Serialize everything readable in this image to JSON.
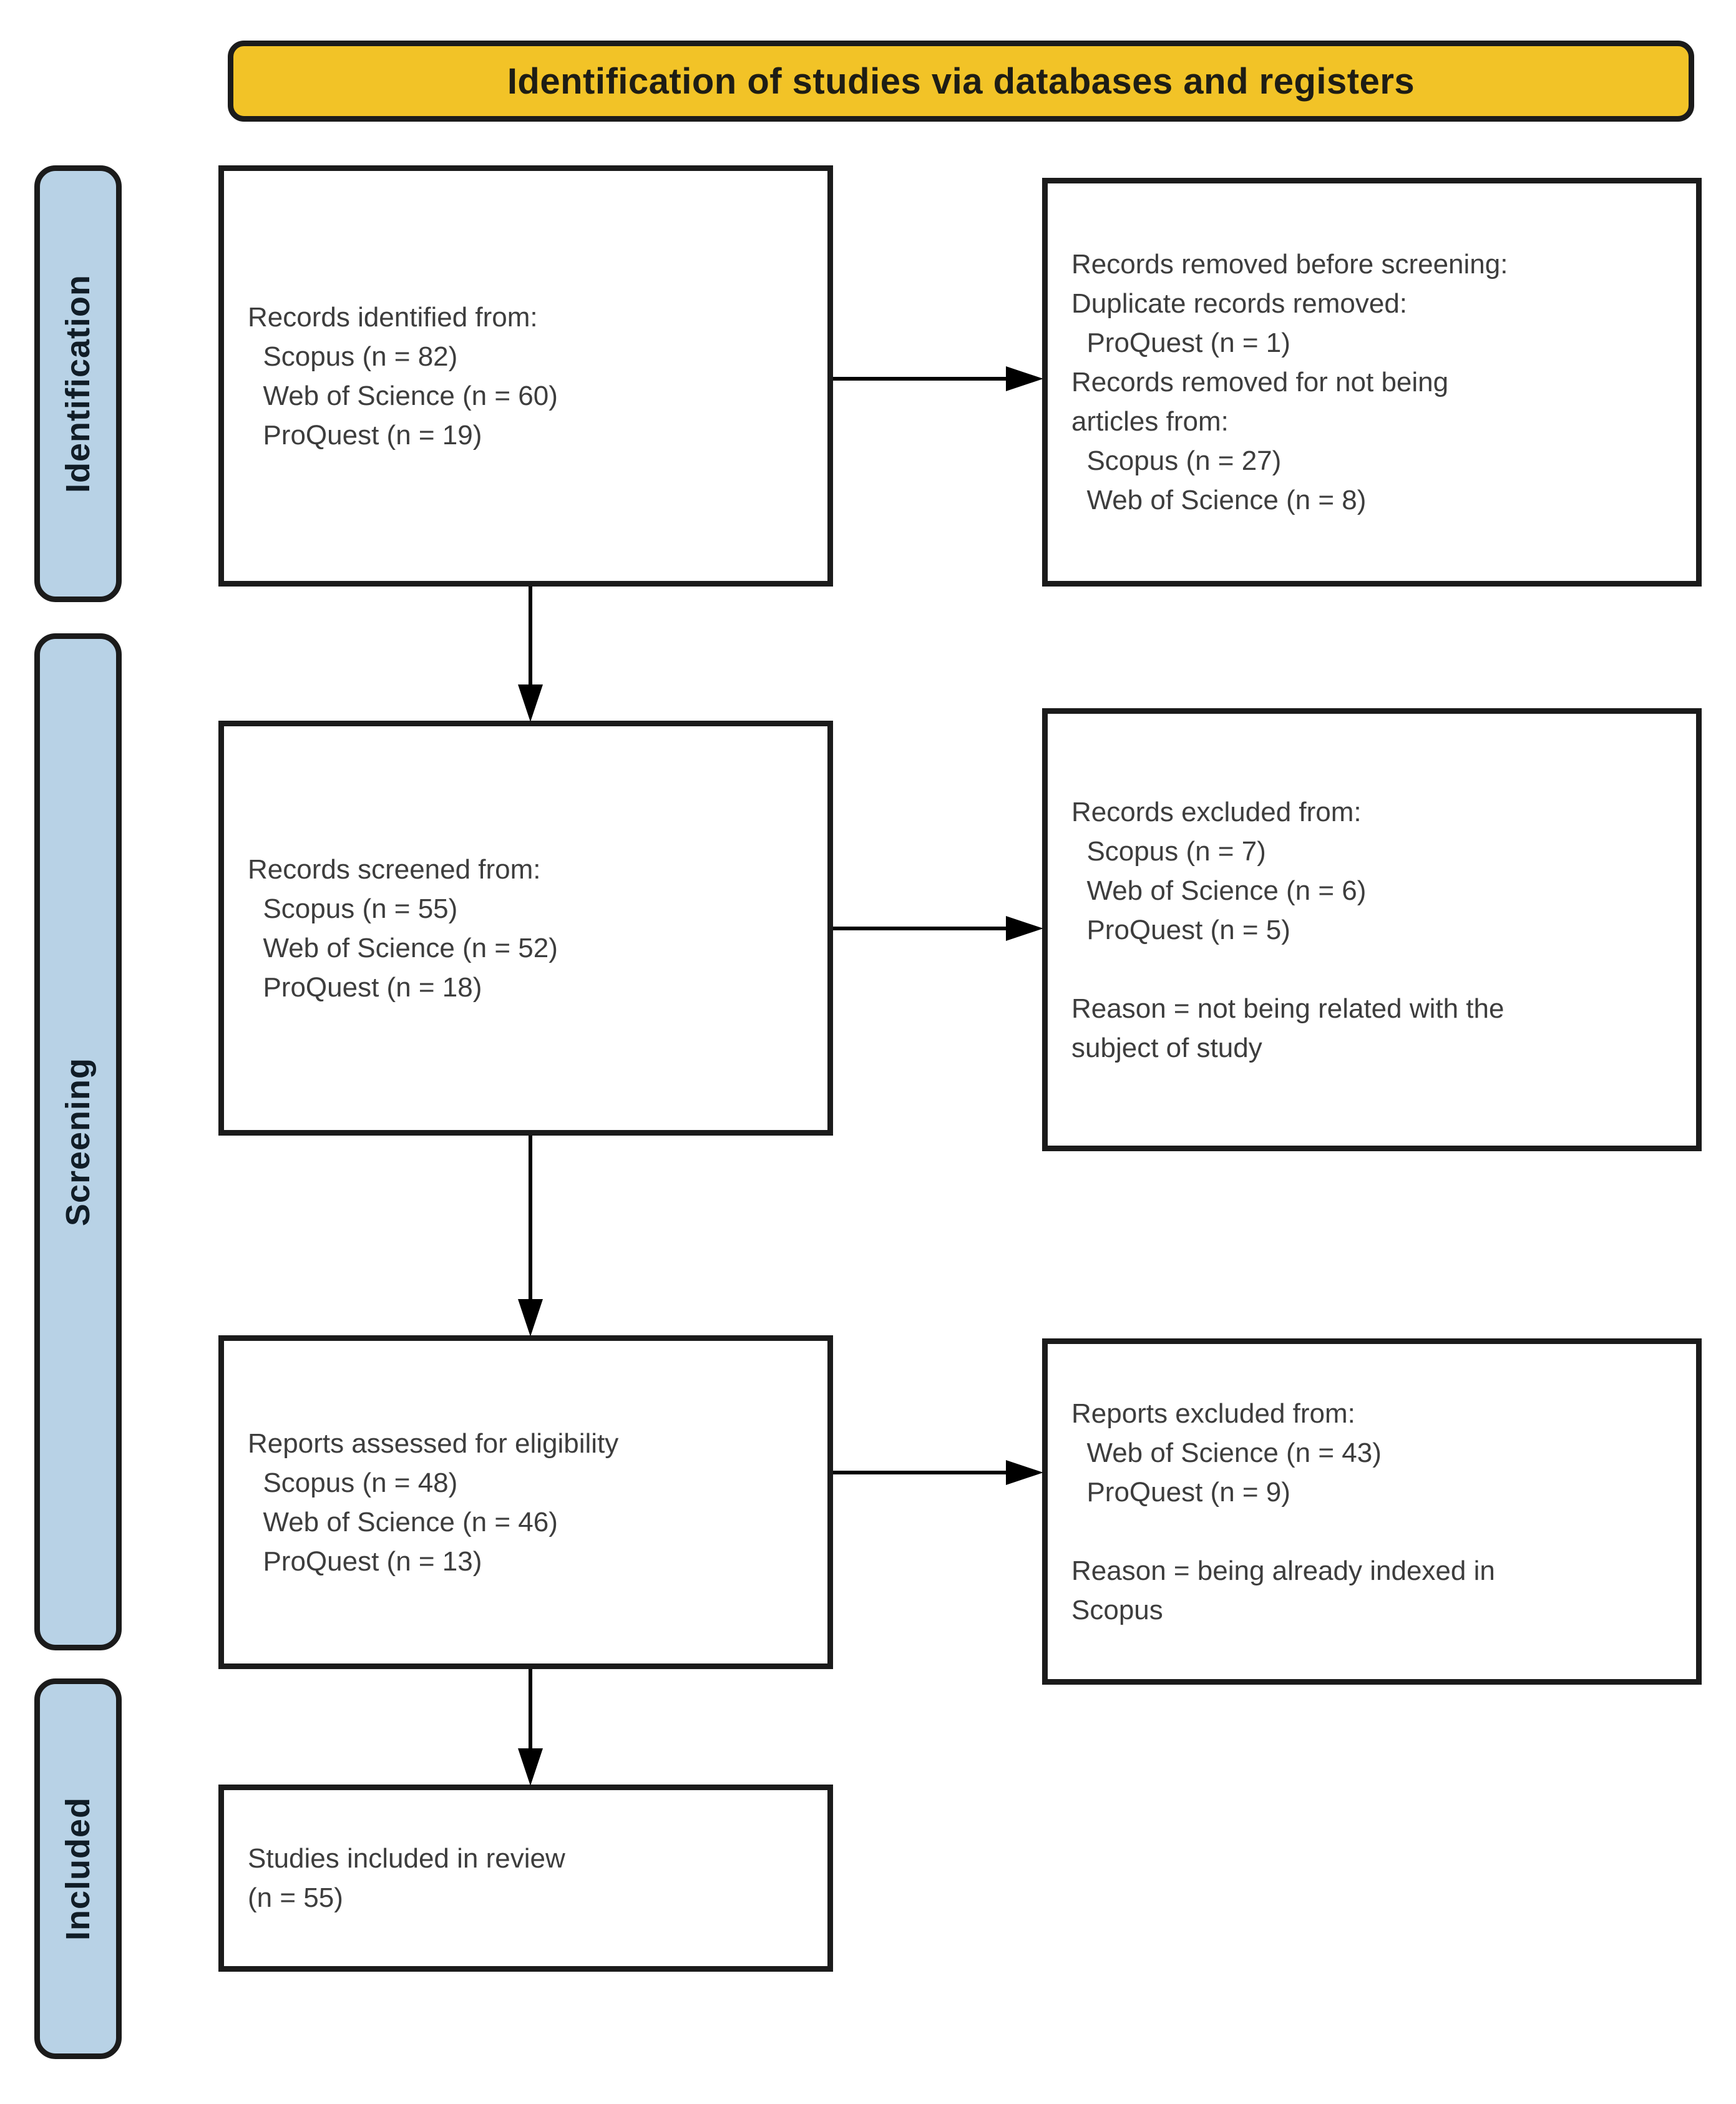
{
  "title_banner": {
    "label": "Identification of studies via databases and registers"
  },
  "sidebar": {
    "stages": [
      {
        "label": "Identification"
      },
      {
        "label": "Screening"
      },
      {
        "label": "Included"
      }
    ]
  },
  "flow": {
    "identified": {
      "text": "Records identified from:\n  Scopus (n = 82)\n  Web of Science (n = 60)\n  ProQuest (n = 19)"
    },
    "removed_before_screening": {
      "text": "Records removed before screening:\nDuplicate records removed:\n  ProQuest (n = 1)\nRecords removed for not being\narticles from:\n  Scopus (n = 27)\n  Web of Science (n = 8)"
    },
    "screened": {
      "text": "Records screened from:\n  Scopus (n = 55)\n  Web of Science (n = 52)\n  ProQuest (n = 18)"
    },
    "records_excluded": {
      "text": "Records excluded from:\n  Scopus (n = 7)\n  Web of Science (n = 6)\n  ProQuest (n = 5)\n\nReason = not being related with the\nsubject of study"
    },
    "assessed": {
      "text": "Reports assessed for eligibility\n  Scopus (n = 48)\n  Web of Science (n = 46)\n  ProQuest (n = 13)"
    },
    "reports_excluded": {
      "text": "Reports excluded from:\n  Web of Science (n = 43)\n  ProQuest (n = 9)\n\nReason = being already indexed in\nScopus"
    },
    "included_studies": {
      "text": "Studies included in review\n(n = 55)"
    }
  },
  "colors": {
    "banner_bg": "#F2C327",
    "stage_bg": "#B8D2E6",
    "border_color": "#1B1B1B",
    "text_color": "#3D3D3D"
  }
}
